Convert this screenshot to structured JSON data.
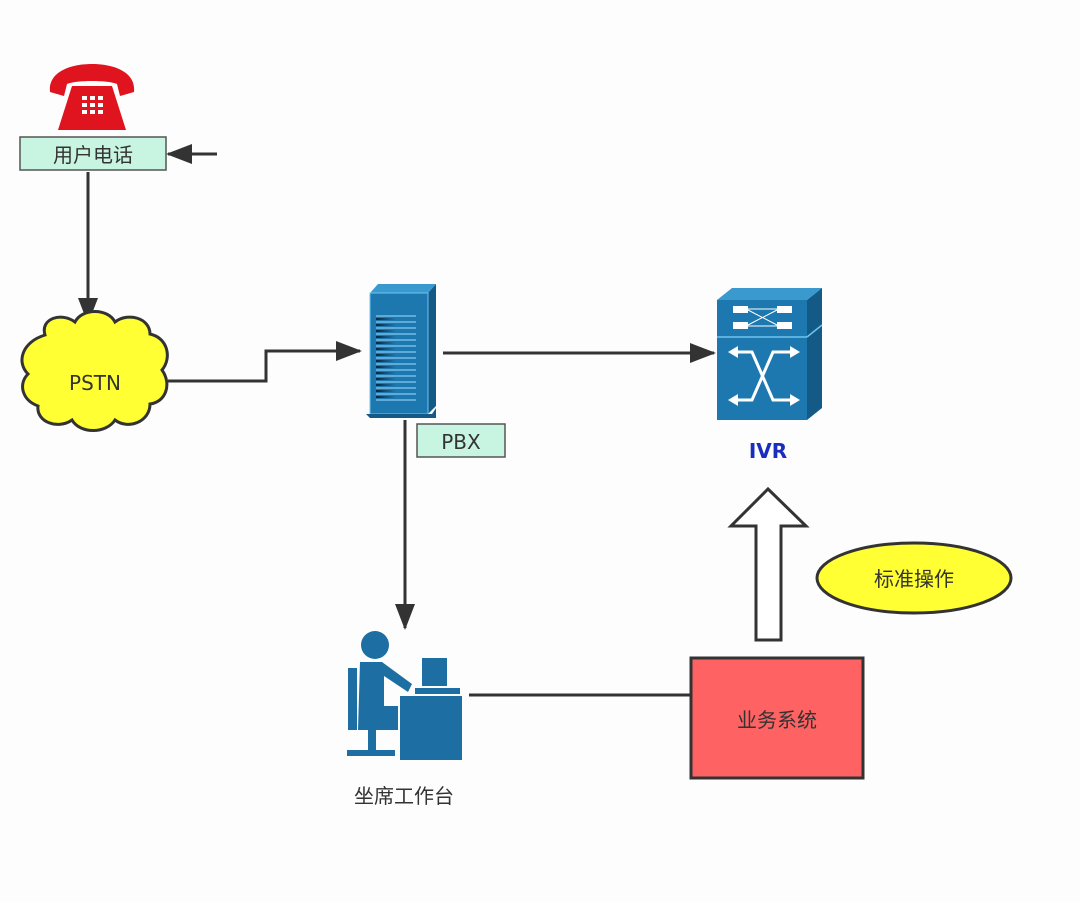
{
  "diagram": {
    "nodes": {
      "user_phone": {
        "label": "用户电话",
        "icon": "telephone-icon"
      },
      "pstn": {
        "label": "PSTN",
        "shape": "cloud"
      },
      "pbx": {
        "label": "PBX",
        "icon": "server-tower-icon"
      },
      "ivr": {
        "label": "IVR",
        "icon": "network-switch-icon"
      },
      "agent_workstation": {
        "label": "坐席工作台",
        "icon": "agent-at-desk-icon"
      },
      "business_system": {
        "label": "业务系统",
        "shape": "rectangle"
      },
      "standard_operation": {
        "label": "标准操作",
        "shape": "ellipse"
      }
    },
    "edges": [
      {
        "from": "external",
        "to": "user_phone",
        "style": "arrow"
      },
      {
        "from": "user_phone",
        "to": "pstn",
        "style": "arrow"
      },
      {
        "from": "pstn",
        "to": "pbx",
        "style": "arrow"
      },
      {
        "from": "pbx",
        "to": "ivr",
        "style": "arrow"
      },
      {
        "from": "pbx",
        "to": "agent_workstation",
        "style": "arrow"
      },
      {
        "from": "agent_workstation",
        "to": "business_system",
        "style": "line"
      },
      {
        "from": "business_system",
        "to": "ivr",
        "style": "block-arrow"
      }
    ],
    "colors": {
      "phone_red": "#e0141e",
      "label_box_fill": "#c8f5e1",
      "cloud_yellow": "#ffff33",
      "device_blue": "#1d78b0",
      "ivr_label_blue": "#1a2dbf",
      "business_red": "#ff6262",
      "line_dark": "#333333"
    }
  }
}
